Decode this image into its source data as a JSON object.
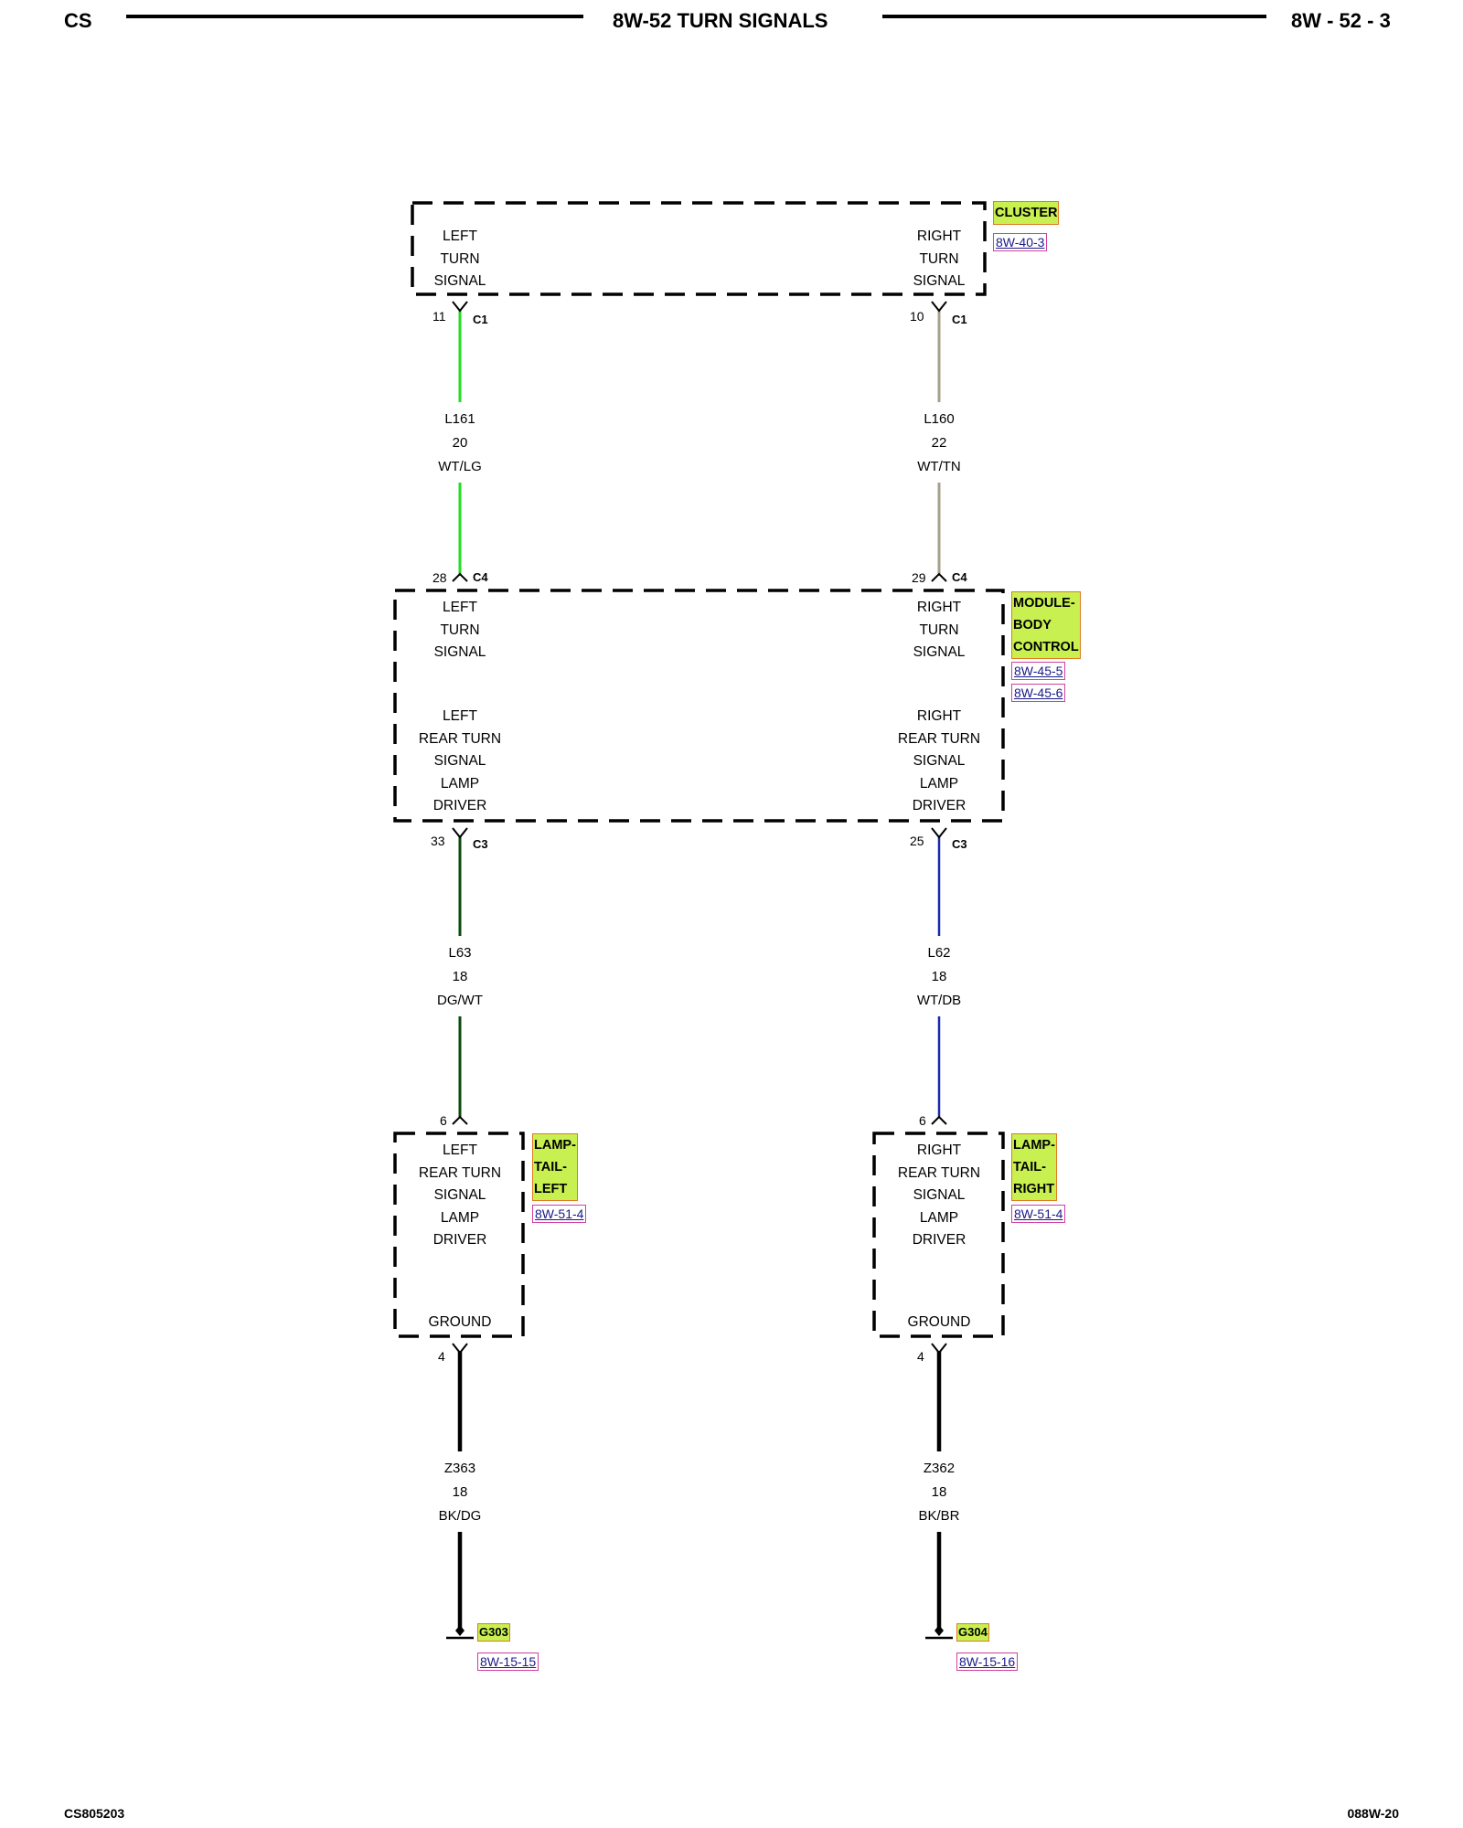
{
  "header": {
    "left": "CS",
    "title": "8W-52 TURN SIGNALS",
    "page": "8W - 52 - 3"
  },
  "footer": {
    "left": "CS805203",
    "right": "088W-20"
  },
  "components": {
    "cluster": {
      "name": "CLUSTER",
      "ref": "8W-40-3",
      "left_label": [
        "LEFT",
        "TURN",
        "SIGNAL"
      ],
      "right_label": [
        "RIGHT",
        "TURN",
        "SIGNAL"
      ]
    },
    "bcm": {
      "name": [
        "MODULE-",
        "BODY",
        "CONTROL"
      ],
      "refs": [
        "8W-45-5",
        "8W-45-6"
      ],
      "left_top": [
        "LEFT",
        "TURN",
        "SIGNAL"
      ],
      "right_top": [
        "RIGHT",
        "TURN",
        "SIGNAL"
      ],
      "left_bottom": [
        "LEFT",
        "REAR TURN",
        "SIGNAL",
        "LAMP",
        "DRIVER"
      ],
      "right_bottom": [
        "RIGHT",
        "REAR TURN",
        "SIGNAL",
        "LAMP",
        "DRIVER"
      ]
    },
    "lamp_left": {
      "name": [
        "LAMP-",
        "TAIL-",
        "LEFT"
      ],
      "ref": "8W-51-4",
      "label": [
        "LEFT",
        "REAR TURN",
        "SIGNAL",
        "LAMP",
        "DRIVER"
      ],
      "ground": "GROUND"
    },
    "lamp_right": {
      "name": [
        "LAMP-",
        "TAIL-",
        "RIGHT"
      ],
      "ref": "8W-51-4",
      "label": [
        "RIGHT",
        "REAR TURN",
        "SIGNAL",
        "LAMP",
        "DRIVER"
      ],
      "ground": "GROUND"
    }
  },
  "pins": {
    "cluster_left": {
      "pin": "11",
      "connector": "C1"
    },
    "cluster_right": {
      "pin": "10",
      "connector": "C1"
    },
    "bcm_c4_left": {
      "pin": "28",
      "connector": "C4"
    },
    "bcm_c4_right": {
      "pin": "29",
      "connector": "C4"
    },
    "bcm_c3_left": {
      "pin": "33",
      "connector": "C3"
    },
    "bcm_c3_right": {
      "pin": "25",
      "connector": "C3"
    },
    "lamp_left_in": {
      "pin": "6"
    },
    "lamp_right_in": {
      "pin": "6"
    },
    "lamp_left_gnd": {
      "pin": "4"
    },
    "lamp_right_gnd": {
      "pin": "4"
    }
  },
  "wires": [
    {
      "id": "L161",
      "gauge": "20",
      "color_code": "WT/LG",
      "color": "#22dd22"
    },
    {
      "id": "L160",
      "gauge": "22",
      "color_code": "WT/TN",
      "color": "#a8a08a"
    },
    {
      "id": "L63",
      "gauge": "18",
      "color_code": "DG/WT",
      "color": "#0a4a0a"
    },
    {
      "id": "L62",
      "gauge": "18",
      "color_code": "WT/DB",
      "color": "#1a2aaa"
    },
    {
      "id": "Z363",
      "gauge": "18",
      "color_code": "BK/DG",
      "color": "#000000"
    },
    {
      "id": "Z362",
      "gauge": "18",
      "color_code": "BK/BR",
      "color": "#000000"
    }
  ],
  "grounds": [
    {
      "name": "G303",
      "ref": "8W-15-15"
    },
    {
      "name": "G304",
      "ref": "8W-15-16"
    }
  ]
}
